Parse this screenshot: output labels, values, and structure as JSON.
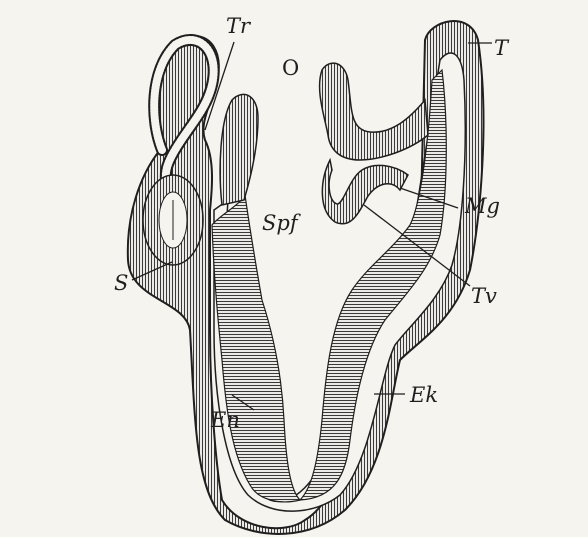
{
  "figure": {
    "labels": {
      "Tr": "Tr",
      "O": "O",
      "T": "T",
      "Mg": "Mg",
      "Spf": "Spf",
      "Tv": "Tv",
      "S": "S",
      "Ek": "Ek",
      "En": "En"
    }
  },
  "colors": {
    "paper": "#f6f4ef",
    "ink": "#1f1f1f",
    "hatch": "#3a3a3a"
  }
}
